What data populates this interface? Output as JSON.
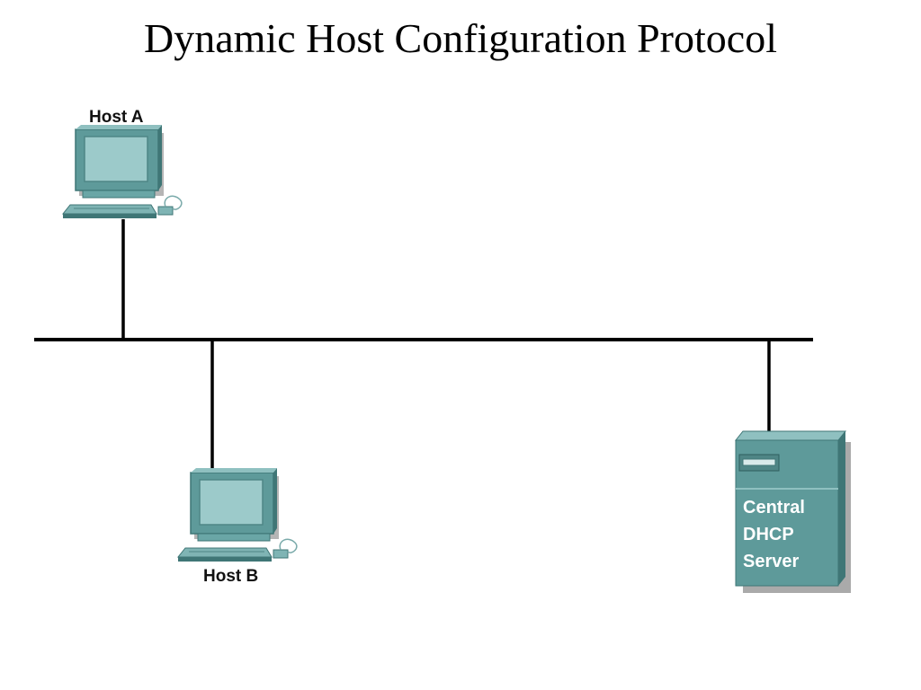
{
  "title": "Dynamic Host Configuration Protocol",
  "nodes": {
    "host_a": {
      "label": "Host A",
      "icon": "workstation-icon"
    },
    "host_b": {
      "label": "Host B",
      "icon": "workstation-icon"
    },
    "server": {
      "label_lines": [
        "Central",
        "DHCP",
        "Server"
      ],
      "icon": "server-icon"
    }
  },
  "colors": {
    "device": "#5e9a9a",
    "device_dark": "#3f7676",
    "device_light": "#8fc0c0",
    "screen": "#9ccaca",
    "shadow": "#a9a9a9",
    "line": "#000000"
  }
}
